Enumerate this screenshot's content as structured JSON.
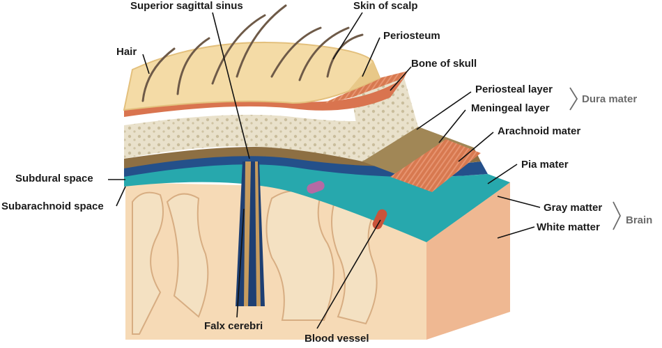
{
  "title": "",
  "labels": {
    "superior_sagittal_sinus": "Superior sagittal sinus",
    "skin_of_scalp": "Skin of scalp",
    "hair": "Hair",
    "periosteum": "Periosteum",
    "bone_of_skull": "Bone of skull",
    "periosteal_layer": "Periosteal layer",
    "meningeal_layer": "Meningeal layer",
    "arachnoid_mater": "Arachnoid mater",
    "pia_mater": "Pia mater",
    "subdural_space": "Subdural space",
    "subarachnoid_space": "Subarachnoid space",
    "gray_matter": "Gray matter",
    "white_matter": "White matter",
    "falx_cerebri": "Falx cerebri",
    "blood_vessel": "Blood vessel"
  },
  "groups": {
    "dura_mater": "Dura mater",
    "brain": "Brain"
  },
  "colors": {
    "scalp": "#f4dba6",
    "periosteum": "#d9734f",
    "bone": "#e8e0c9",
    "dura": "#a48a5c",
    "arachnoid": "#234c82",
    "pia": "#1fa3a8",
    "gray_matter": "#f2cfa1",
    "white_matter": "#f4d6b2",
    "leader_line": "#111111",
    "group_text": "#6b6b6b"
  }
}
